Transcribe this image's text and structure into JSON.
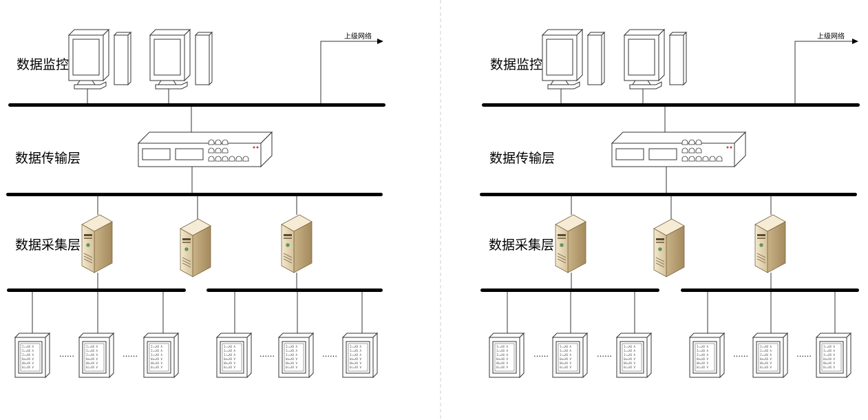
{
  "panels": [
    {
      "layers": {
        "monitor": "数据监控",
        "transport": "数据传输层",
        "collection": "数据采集层"
      },
      "upstream_label": "上级网络",
      "meter_lines": [
        "I₁=XX  A",
        "I₂=XX  A",
        "I₃=XX  A",
        "Ua=XX  V",
        "Ub=XX  V",
        "Uc=XX  V"
      ],
      "ellipsis": "……"
    },
    {
      "layers": {
        "monitor": "数据监控",
        "transport": "数据传输层",
        "collection": "数据采集层"
      },
      "upstream_label": "上级网络",
      "meter_lines": [
        "I₁=XX  A",
        "I₂=XX  A",
        "I₃=XX  A",
        "Ua=XX  V",
        "Ub=XX  V",
        "Uc=XX  V"
      ],
      "ellipsis": "……"
    }
  ],
  "colors": {
    "bus": "#000000",
    "server_light": "#efe3c8",
    "server_mid": "#d8c59f",
    "server_dark": "#a88f63",
    "divider": "#cccccc"
  }
}
